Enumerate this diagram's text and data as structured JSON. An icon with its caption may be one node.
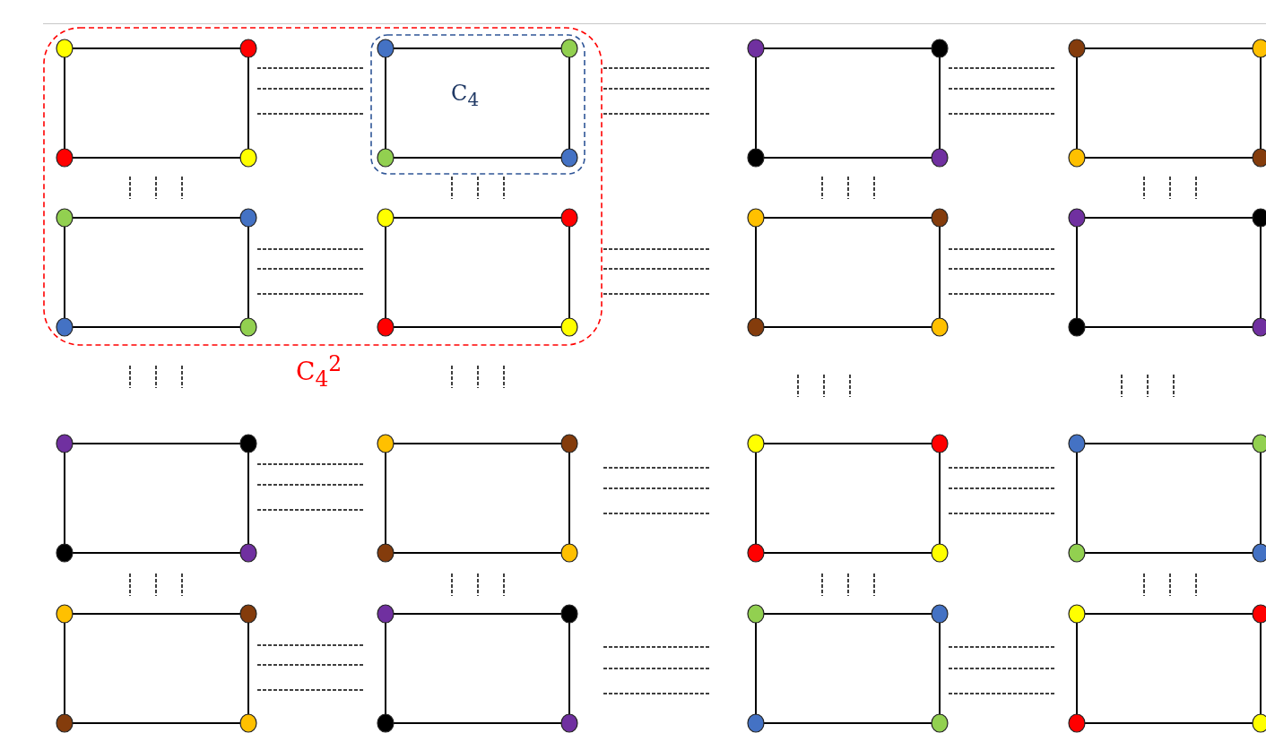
{
  "diagram": {
    "nodes": [
      {
        "text": [
          "C$_{4}$$^{2}$"
        ]
      },
      {
        "text": [],
        "shape": "box",
        "in": 0
      },
      {
        "text": [],
        "shape": "box",
        "in": 0
      },
      {
        "text": [
          "C$_{4}$"
        ],
        "in": 2
      },
      {
        "text": [],
        "shape": "box"
      },
      {
        "text": [],
        "shape": "box"
      },
      {
        "text": [],
        "shape": "box",
        "in": 0
      },
      {
        "text": [],
        "shape": "box",
        "in": 0
      },
      {
        "text": [],
        "shape": "box"
      },
      {
        "text": [],
        "shape": "box"
      },
      {
        "text": [],
        "shape": "box"
      },
      {
        "text": [],
        "shape": "box"
      },
      {
        "text": [],
        "shape": "box"
      },
      {
        "text": [],
        "shape": "box"
      },
      {
        "text": [],
        "shape": "box"
      },
      {
        "text": [],
        "shape": "box"
      },
      {
        "text": [],
        "shape": "box"
      },
      {
        "text": [],
        "shape": "box"
      }
    ]
  }
}
